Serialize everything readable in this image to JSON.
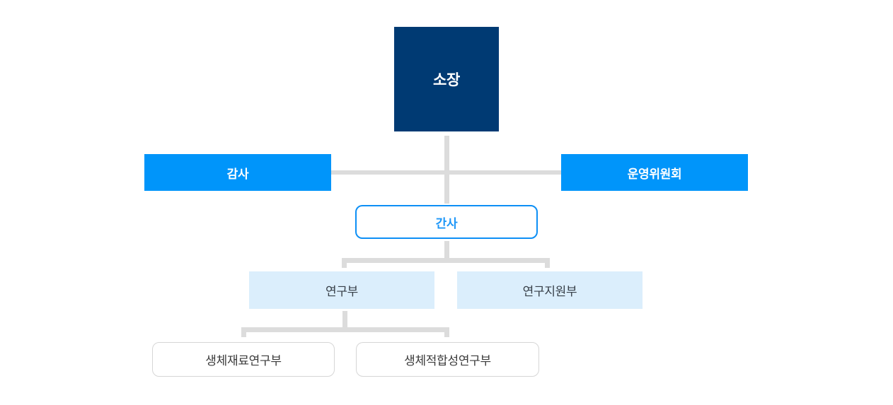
{
  "page": {
    "type": "organization-chart",
    "background": "#FFFFFF"
  },
  "colors": {
    "director_navy": "#003A73",
    "primary_blue": "#0095FA",
    "secretary_border_blue": "#0D8FF5",
    "secretary_text_blue": "#1E97F8",
    "dept_light_blue": "#DBEEFC",
    "connector_gray": "#DCDCDC",
    "sub_box_border_gray": "#D6D6D6",
    "dept_text": "#373F48",
    "sub_text": "#3B3B3B",
    "white": "#FFFFFF"
  },
  "org_chart": {
    "nodes": {
      "director": {
        "label": "소장",
        "level": 1
      },
      "auditor": {
        "label": "감사",
        "level": 2
      },
      "steering_committee": {
        "label": "운영위원회",
        "level": 2
      },
      "secretary": {
        "label": "간사",
        "level": 3
      },
      "research_dept": {
        "label": "연구부",
        "level": 4
      },
      "research_support_dept": {
        "label": "연구지원부",
        "level": 4
      },
      "biomaterials_research_dept": {
        "label": "생체재료연구부",
        "level": 5
      },
      "biocompatibility_research_dept": {
        "label": "생체적합성연구부",
        "level": 5
      }
    },
    "edges": [
      {
        "from": "director",
        "to": "auditor"
      },
      {
        "from": "director",
        "to": "steering_committee"
      },
      {
        "from": "director",
        "to": "secretary"
      },
      {
        "from": "secretary",
        "to": "research_dept"
      },
      {
        "from": "secretary",
        "to": "research_support_dept"
      },
      {
        "from": "research_dept",
        "to": "biomaterials_research_dept"
      },
      {
        "from": "research_dept",
        "to": "biocompatibility_research_dept"
      }
    ]
  }
}
